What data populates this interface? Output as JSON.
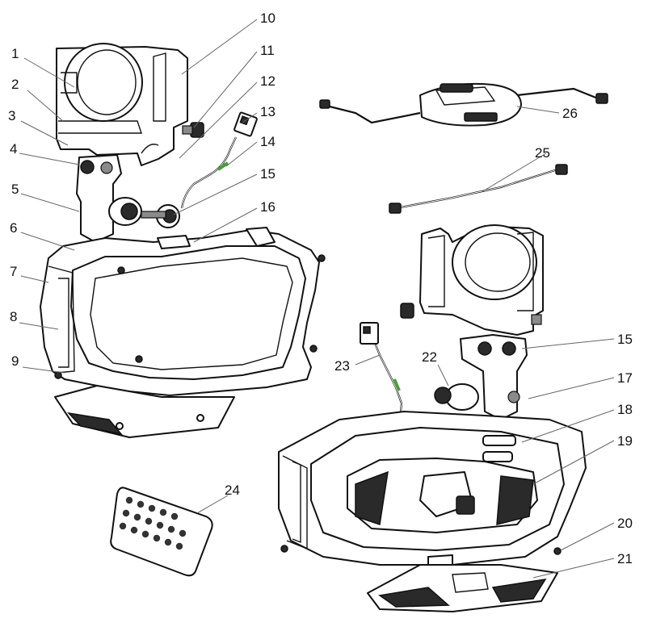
{
  "callouts": [
    {
      "id": "c1",
      "text": "1"
    },
    {
      "id": "c2",
      "text": "2"
    },
    {
      "id": "c3",
      "text": "3"
    },
    {
      "id": "c4",
      "text": "4"
    },
    {
      "id": "c5",
      "text": "5"
    },
    {
      "id": "c6",
      "text": "6"
    },
    {
      "id": "c7",
      "text": "7"
    },
    {
      "id": "c8",
      "text": "8"
    },
    {
      "id": "c9",
      "text": "9"
    },
    {
      "id": "c10",
      "text": "10"
    },
    {
      "id": "c11",
      "text": "11"
    },
    {
      "id": "c12",
      "text": "12"
    },
    {
      "id": "c13",
      "text": "13"
    },
    {
      "id": "c14",
      "text": "14"
    },
    {
      "id": "c15a",
      "text": "15"
    },
    {
      "id": "c16",
      "text": "16"
    },
    {
      "id": "c15b",
      "text": "15"
    },
    {
      "id": "c17",
      "text": "17"
    },
    {
      "id": "c18",
      "text": "18"
    },
    {
      "id": "c19",
      "text": "19"
    },
    {
      "id": "c20",
      "text": "20"
    },
    {
      "id": "c21",
      "text": "21"
    },
    {
      "id": "c22",
      "text": "22"
    },
    {
      "id": "c23",
      "text": "23"
    },
    {
      "id": "c24",
      "text": "24"
    },
    {
      "id": "c25",
      "text": "25"
    },
    {
      "id": "c26",
      "text": "26"
    }
  ]
}
